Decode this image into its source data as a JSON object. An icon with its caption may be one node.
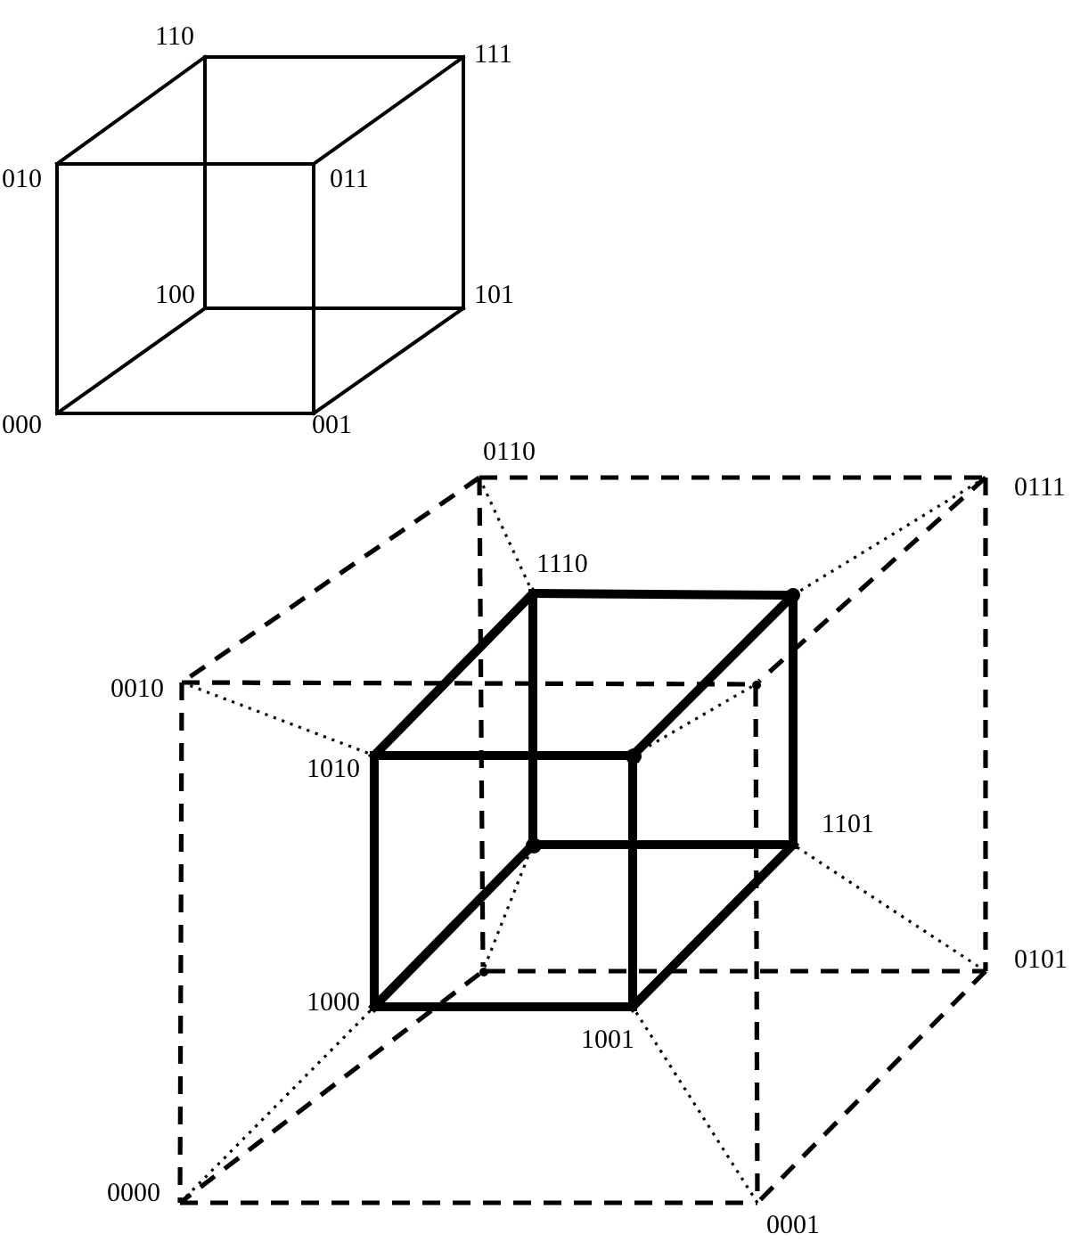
{
  "diagram": {
    "nodes": [
      {
        "text": [
          "110"
        ]
      },
      {
        "text": [
          "111"
        ]
      },
      {
        "text": [
          "010"
        ]
      },
      {
        "text": [
          "011"
        ]
      },
      {
        "text": [
          "100"
        ]
      },
      {
        "text": [
          "101"
        ]
      },
      {
        "text": [
          "000"
        ]
      },
      {
        "text": [
          "001"
        ]
      },
      {
        "text": [
          "0110"
        ]
      },
      {
        "text": [
          "0111"
        ]
      },
      {
        "text": [
          "1110"
        ]
      },
      {
        "text": [],
        "shape": "point"
      },
      {
        "text": [
          "0010"
        ]
      },
      {
        "text": [],
        "shape": "point"
      },
      {
        "text": [
          "1010"
        ]
      },
      {
        "text": [],
        "shape": "point"
      },
      {
        "text": [],
        "shape": "point"
      },
      {
        "text": [
          "1101"
        ]
      },
      {
        "text": [],
        "shape": "point"
      },
      {
        "text": [
          "0101"
        ]
      },
      {
        "text": [
          "1000"
        ]
      },
      {
        "text": [
          "1001"
        ]
      },
      {
        "text": [
          "0000"
        ]
      },
      {
        "text": [
          "0001"
        ]
      }
    ],
    "edges": [
      {
        "from": 0,
        "to": 1,
        "arrow": "none"
      },
      {
        "from": 0,
        "to": 2,
        "arrow": "none"
      },
      {
        "from": 1,
        "to": 3,
        "arrow": "none"
      },
      {
        "from": 2,
        "to": 3,
        "arrow": "none"
      },
      {
        "from": 0,
        "to": 4,
        "arrow": "none"
      },
      {
        "from": 1,
        "to": 5,
        "arrow": "none"
      },
      {
        "from": 2,
        "to": 6,
        "arrow": "none"
      },
      {
        "from": 3,
        "to": 7,
        "arrow": "none"
      },
      {
        "from": 4,
        "to": 5,
        "arrow": "none"
      },
      {
        "from": 4,
        "to": 6,
        "arrow": "none"
      },
      {
        "from": 5,
        "to": 7,
        "arrow": "none"
      },
      {
        "from": 6,
        "to": 7,
        "arrow": "none"
      },
      {
        "from": 10,
        "to": 11,
        "arrow": "none",
        "style": "thick"
      },
      {
        "from": 10,
        "to": 14,
        "arrow": "none",
        "style": "thick"
      },
      {
        "from": 11,
        "to": 15,
        "arrow": "none",
        "style": "thick"
      },
      {
        "from": 14,
        "to": 15,
        "arrow": "none",
        "style": "thick"
      },
      {
        "from": 10,
        "to": 16,
        "arrow": "none",
        "style": "thick"
      },
      {
        "from": 11,
        "to": 17,
        "arrow": "none",
        "style": "thick"
      },
      {
        "from": 14,
        "to": 20,
        "arrow": "none",
        "style": "thick"
      },
      {
        "from": 15,
        "to": 21,
        "arrow": "none",
        "style": "thick"
      },
      {
        "from": 16,
        "to": 17,
        "arrow": "none",
        "style": "thick"
      },
      {
        "from": 16,
        "to": 20,
        "arrow": "none",
        "style": "thick"
      },
      {
        "from": 17,
        "to": 21,
        "arrow": "none",
        "style": "thick"
      },
      {
        "from": 20,
        "to": 21,
        "arrow": "none",
        "style": "thick"
      },
      {
        "from": 8,
        "to": 9,
        "arrow": "none",
        "style": "dashed"
      },
      {
        "from": 8,
        "to": 12,
        "arrow": "none",
        "style": "dashed"
      },
      {
        "from": 9,
        "to": 13,
        "arrow": "none",
        "style": "dashed"
      },
      {
        "from": 12,
        "to": 13,
        "arrow": "none",
        "style": "dashed"
      },
      {
        "from": 8,
        "to": 18,
        "arrow": "none",
        "style": "dashed"
      },
      {
        "from": 9,
        "to": 19,
        "arrow": "none",
        "style": "dashed"
      },
      {
        "from": 12,
        "to": 22,
        "arrow": "none",
        "style": "dashed"
      },
      {
        "from": 13,
        "to": 23,
        "arrow": "none",
        "style": "dashed"
      },
      {
        "from": 18,
        "to": 19,
        "arrow": "none",
        "style": "dashed"
      },
      {
        "from": 18,
        "to": 22,
        "arrow": "none",
        "style": "dashed"
      },
      {
        "from": 19,
        "to": 23,
        "arrow": "none",
        "style": "dashed"
      },
      {
        "from": 22,
        "to": 23,
        "arrow": "none",
        "style": "dashed"
      },
      {
        "from": 8,
        "to": 10,
        "arrow": "none",
        "style": "dashed"
      },
      {
        "from": 9,
        "to": 11,
        "arrow": "none",
        "style": "dashed"
      },
      {
        "from": 12,
        "to": 14,
        "arrow": "none",
        "style": "dashed"
      },
      {
        "from": 13,
        "to": 15,
        "arrow": "none",
        "style": "dashed"
      },
      {
        "from": 18,
        "to": 16,
        "arrow": "none",
        "style": "dashed"
      },
      {
        "from": 19,
        "to": 17,
        "arrow": "none",
        "style": "dashed"
      },
      {
        "from": 22,
        "to": 20,
        "arrow": "none",
        "style": "dashed"
      },
      {
        "from": 23,
        "to": 21,
        "arrow": "none",
        "style": "dashed"
      }
    ]
  }
}
